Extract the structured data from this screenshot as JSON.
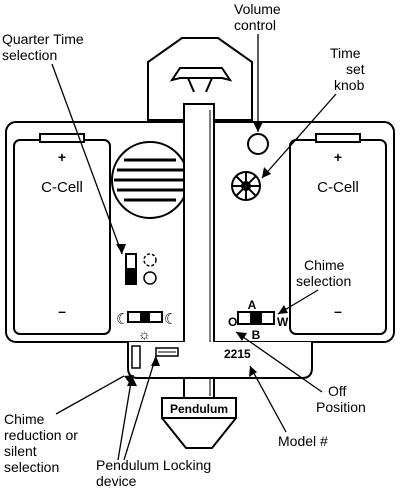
{
  "labels": {
    "quarter_time_1": "Quarter Time",
    "quarter_time_2": "selection",
    "volume_1": "Volume",
    "volume_2": "control",
    "time_set_1": "Time",
    "time_set_2": "set",
    "time_set_3": "knob",
    "chime_sel_1": "Chime",
    "chime_sel_2": "selection",
    "off_1": "Off",
    "off_2": "Position",
    "chime_red_1": "Chime",
    "chime_red_2": "reduction or",
    "chime_red_3": "silent",
    "chime_red_4": "selection",
    "lock_1": "Pendulum Locking",
    "lock_2": "device",
    "model": "Model #"
  },
  "device": {
    "battery_left": "C-Cell",
    "battery_right": "C-Cell",
    "plus": "+",
    "minus": "–",
    "pendulum": "Pendulum",
    "model_number": "2215",
    "switch_a": "A",
    "switch_b": "B",
    "switch_o": "O",
    "switch_w": "W"
  }
}
